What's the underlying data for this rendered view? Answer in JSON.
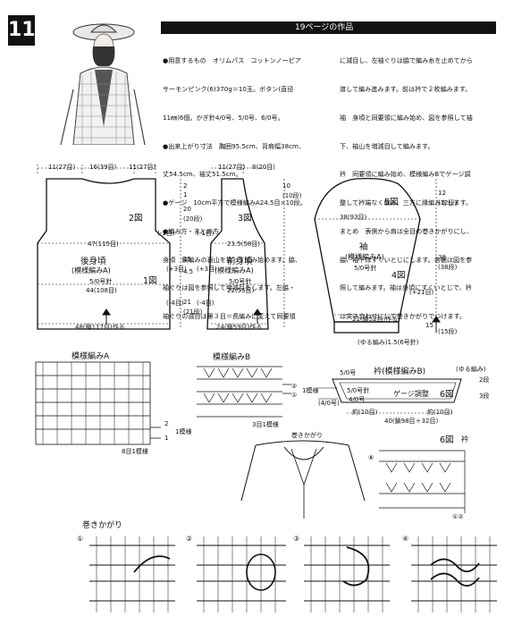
{
  "badge": "11",
  "header": {
    "page_ref": "19ページの作品"
  },
  "text": {
    "col1": [
      "●用意するもの　オリムパス　コットンノーピア",
      "サーモンピンク(6)370g＝10玉。ボタン(直径",
      "11㎜)6個。かぎ針4/0号、5/0号、6/0号。",
      "●出来上がり寸法　胸囲95.5cm、背肩幅38cm、",
      "丈54.5cm、袖丈51.5cm。",
      "●ゲージ　10cm平方で模様編みA24.5目×10段。",
      "●編み方・まとめ方",
      "身頃　鎖編みの裏山を拾って編み始めます。脇、",
      "袖ぐりは図を参照して増減目をします。左脇・",
      "袖ぐりの減目は第３目＝長編みに変えて同要領"
    ],
    "col2": [
      "に減目し、左袖ぐりは脇で編み糸を止めてから",
      "渡して編み進みます。前は衿で２枚編みます。",
      "袖　身頃と同要領に編み始め、図を参照して袖",
      "下、袖山を増減目して編みます。",
      "衿　同要領に編み始め、模様編みBでゲージ調",
      "整して衿端なく編み、三方に縁編みをします。",
      "まとめ　表側から肩は全目の巻きかがりにし、",
      "脇、袖下はすくいとじにします。各裾は図を参",
      "照して編みます。袖は身頃にすくいとじで、衿",
      "は突き合わせにして巻きかがりでつけます。"
    ]
  },
  "back": {
    "dims_top": [
      "11(27目)",
      "16(39目)",
      "11(27目)"
    ],
    "fig2": "2図",
    "fig1": "1図",
    "chest": "47(115目)",
    "name": "後身頃",
    "pattern": "(模様編みA)",
    "needle": "5/0号針",
    "hem": "44(108目)",
    "start": "48(鎖117目)作る",
    "left_marks": [
      "+1目",
      "-1目",
      "+3目",
      "-4目"
    ],
    "right_marks": [
      "2",
      "1",
      "20",
      "(20段)",
      "15",
      "4.5",
      "21",
      "(21段)"
    ],
    "right_inner": [
      "(-1目)",
      "(+3目)",
      "(-4目)"
    ]
  },
  "front": {
    "dims_top": [
      "11(27目)",
      "8(20目)"
    ],
    "fig3": "3図",
    "chest": "23.5(58目)",
    "name": "前身頃",
    "pattern": "(模様編みA)",
    "needle": "5/0号針",
    "hem": "22(55目)",
    "start": "24(鎖59目)作る",
    "left_marks": [
      "(-1目)",
      "(+3目)",
      "(-4目)"
    ],
    "right_marks": [
      "10",
      "(10段)",
      "12",
      "(12段)"
    ]
  },
  "sleeve": {
    "fig5": "5図",
    "fig4": "4図",
    "top": "38(93目)",
    "name": "袖",
    "pattern": "(模様編みA)",
    "needle": "5/0号針",
    "start": "21(鎖52目)作る",
    "cuff": "(ゆる編み)1.5(6号針)",
    "right_marks": [
      "12",
      "(12段)",
      "38",
      "(38段)",
      "(+21目)",
      "15",
      "(15段)"
    ]
  },
  "patternA": {
    "title": "模様編みA",
    "rep": "8目1模様",
    "legend": [
      "2",
      "1"
    ],
    "legend_tag": "1模様"
  },
  "patternB": {
    "title": "模様編みB",
    "rep": "3目1模様",
    "legend": [
      "②",
      "①"
    ],
    "legend_tag": "1模様"
  },
  "collar": {
    "title": "衿(模様編みB)",
    "edge": "(ゆる編み)",
    "needle": "5/0号針",
    "gauge": "ゲージ調整",
    "fig": "6図",
    "left_marks": [
      "5/0号",
      "4/0号",
      "(4/0号)"
    ],
    "bottom": "40(鎖98目＋32目)",
    "left_sub": "約(10目)",
    "right_sub": "約(10目)",
    "side": [
      "2段",
      "3段"
    ]
  },
  "collar_detail": {
    "fig": "6図",
    "title": "衿",
    "rows": [
      "⑧",
      "①②"
    ]
  },
  "neck": {
    "label": "巻きかがり"
  },
  "makikagari": {
    "title": "巻きかがり",
    "steps": [
      "①",
      "②",
      "③",
      "④"
    ]
  }
}
